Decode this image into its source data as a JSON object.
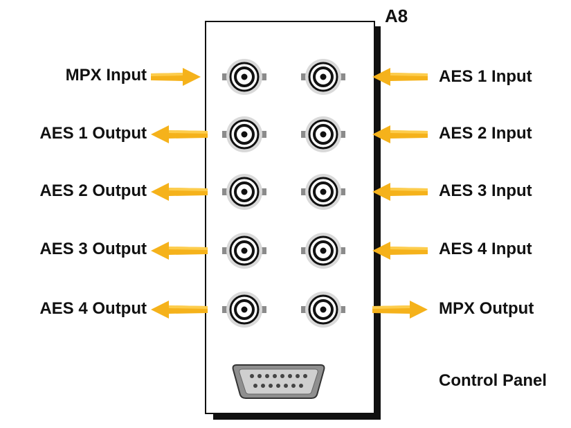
{
  "device": {
    "title": "A8"
  },
  "left_labels": [
    "MPX Input",
    "AES 1 Output",
    "AES 2 Output",
    "AES 3 Output",
    "AES 4 Output"
  ],
  "left_dirs": [
    "in",
    "out",
    "out",
    "out",
    "out"
  ],
  "right_labels": [
    "AES 1 Input",
    "AES 2 Input",
    "AES 3 Input",
    "AES 4 Input",
    "MPX Output"
  ],
  "right_dirs": [
    "in",
    "in",
    "in",
    "in",
    "out"
  ],
  "control": {
    "label": "Control Panel"
  },
  "colors": {
    "arrow": "#F5B21B",
    "arrow_light": "#FFD35A",
    "outline": "#111111"
  }
}
